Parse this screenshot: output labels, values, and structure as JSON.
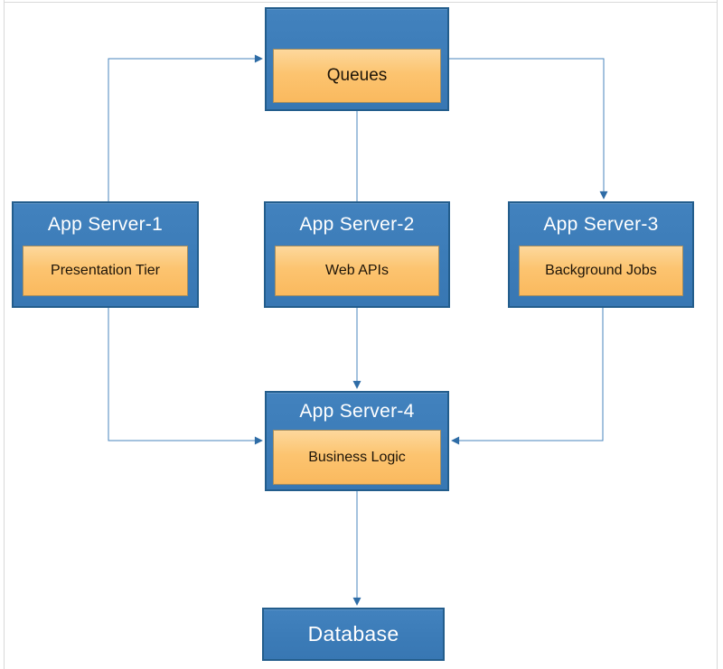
{
  "diagram": {
    "nodes": {
      "queues": {
        "label": "Queues"
      },
      "app1": {
        "title": "App Server-1",
        "label": "Presentation Tier"
      },
      "app2": {
        "title": "App Server-2",
        "label": "Web APIs"
      },
      "app3": {
        "title": "App Server-3",
        "label": "Background Jobs"
      },
      "app4": {
        "title": "App Server-4",
        "label": "Business Logic"
      },
      "database": {
        "title": "Database"
      }
    },
    "edges": [
      {
        "from": "App Server-1",
        "to": "Queues",
        "arrow": true
      },
      {
        "from": "Queues",
        "to": "App Server-2",
        "arrow": false
      },
      {
        "from": "Queues",
        "to": "App Server-3",
        "arrow": true
      },
      {
        "from": "App Server-1",
        "to": "App Server-4",
        "arrow": true
      },
      {
        "from": "App Server-2",
        "to": "App Server-4",
        "arrow": true
      },
      {
        "from": "App Server-3",
        "to": "App Server-4",
        "arrow": true
      },
      {
        "from": "App Server-4",
        "to": "Database",
        "arrow": true
      }
    ],
    "colors": {
      "node_fill": "#3b7bb7",
      "node_border": "#235d8c",
      "inner_fill": "#fcc470",
      "inner_border": "#a68e5f",
      "connector": "#4a86bd",
      "arrowhead": "#2e6ca6",
      "title_text": "#ffffff",
      "label_text": "#1d1408"
    }
  }
}
